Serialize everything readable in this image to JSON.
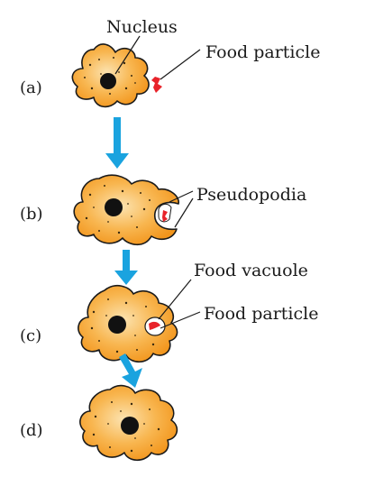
{
  "labels": {
    "nucleus": "Nucleus",
    "food_particle_a": "Food particle",
    "pseudopodia": "Pseudopodia",
    "food_vacuole": "Food vacuole",
    "food_particle_c": "Food particle"
  },
  "steps": [
    "(a)",
    "(b)",
    "(c)",
    "(d)"
  ],
  "colors": {
    "cytoplasm_center": "#fce3b0",
    "cytoplasm_edge": "#f49a1e",
    "outline": "#1a1a1a",
    "food": "#e8232a",
    "arrow": "#1aa3df",
    "nucleus": "#111111"
  }
}
